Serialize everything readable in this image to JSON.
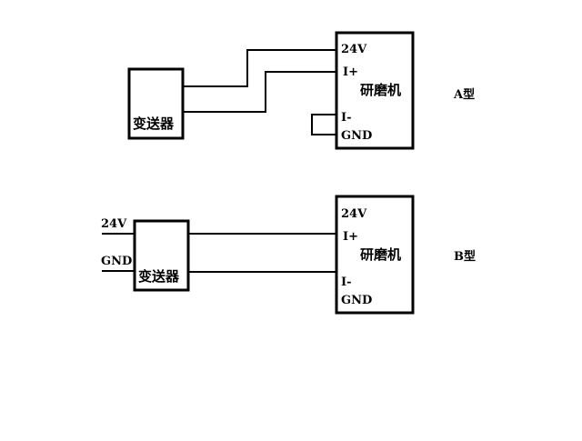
{
  "diagram_a": {
    "type_label": "A型",
    "transmitter_label": "变送器",
    "grinder_label": "研磨机",
    "terminals": [
      "24V",
      "I+",
      "I-",
      "GND"
    ]
  },
  "diagram_b": {
    "type_label": "B型",
    "transmitter_label": "变送器",
    "grinder_label": "研磨机",
    "terminals": [
      "24V",
      "I+",
      "I-",
      "GND"
    ],
    "external_terminals": [
      "24V",
      "GND"
    ]
  }
}
